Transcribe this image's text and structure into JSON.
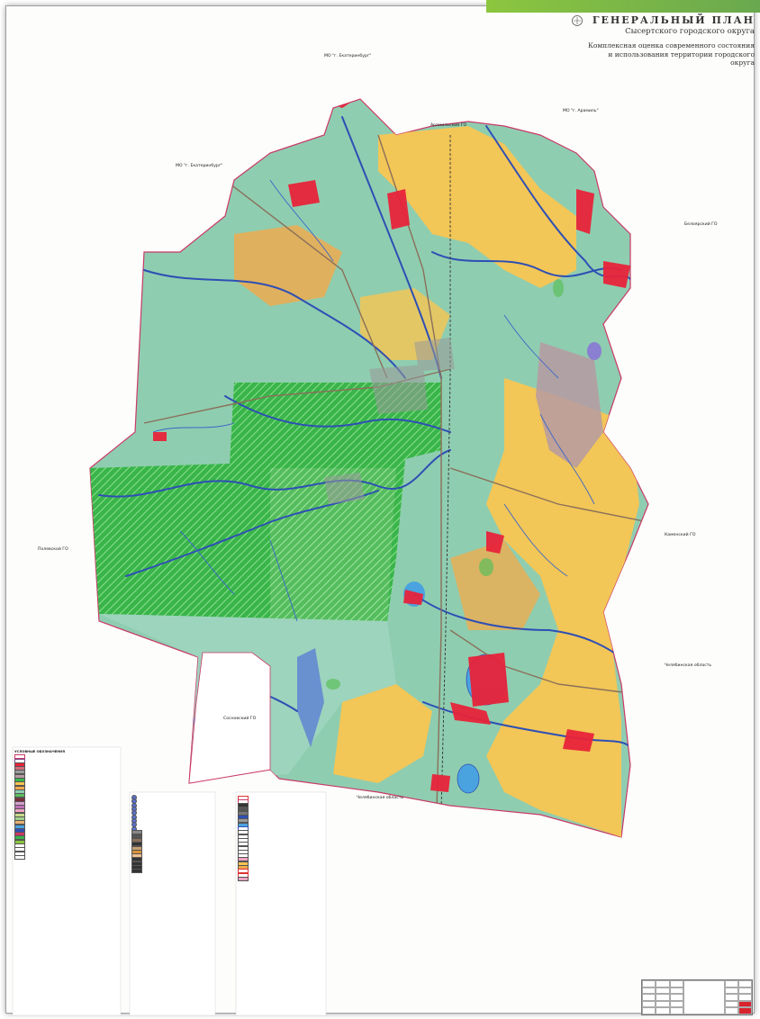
{
  "header": {
    "title": "ГЕНЕРАЛЬНЫЙ ПЛАН",
    "subtitle": "Сысертского городского округа",
    "description_line1": "Комплексная оценка современного состояния",
    "description_line2": "и использования территории городского округа"
  },
  "map_labels": {
    "mo_ekaterinburg_top": "МО \"г. Екатеринбург\"",
    "mo_ekaterinburg_left": "МО \"г. Екатеринбург\"",
    "aramilsky": "Арамильский ГО",
    "mo_aramil": "МО \"г. Арамиль\"",
    "beloyarsky": "Белоярский ГО",
    "kamensky": "Каменский ГО",
    "chelyabinsk_right": "Челябинская область",
    "chelyabinsk_bottom": "Челябинская область",
    "polevskoy": "Полевской ГО",
    "sosnovsky": "Сосновский ГО"
  },
  "legend": {
    "heading": "УСЛОВНЫЕ ОБОЗНАЧЕНИЯ"
  },
  "colors": {
    "agri_yellow": "#f8c552",
    "forest_teal": "#8fcdb0",
    "green_zone": "#39b54a",
    "settlement_red": "#e8233a",
    "water_blue": "#2e4fb5",
    "lake_blue": "#4aa3df",
    "nature_mauve": "#b69aa2",
    "orange_zone": "#f3a94a"
  }
}
